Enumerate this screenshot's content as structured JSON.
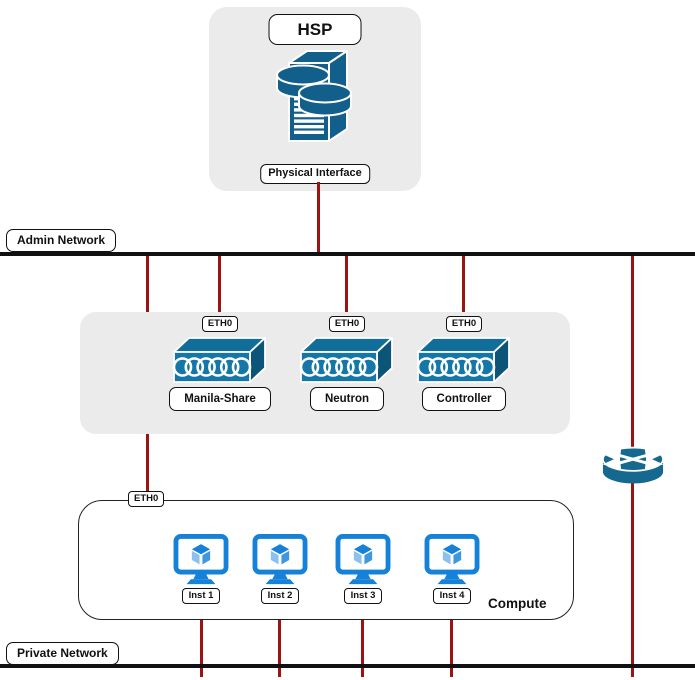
{
  "labels": {
    "hsp": "HSP",
    "physical_interface": "Physical Interface",
    "admin_network": "Admin Network",
    "private_network": "Private Network",
    "eth0": "ETH0",
    "compute": "Compute"
  },
  "switches": [
    {
      "eth": "ETH0",
      "name": "Manila-Share"
    },
    {
      "eth": "ETH0",
      "name": "Neutron"
    },
    {
      "eth": "ETH0",
      "name": "Controller"
    }
  ],
  "instances": [
    {
      "label": "Inst 1"
    },
    {
      "label": "Inst 2"
    },
    {
      "label": "Inst 3"
    },
    {
      "label": "Inst 4"
    }
  ],
  "icons": {
    "hsp": "storage-server-icon",
    "switch": "network-switch-icon",
    "router": "router-icon",
    "instance": "vm-monitor-icon"
  },
  "colors": {
    "connection_red": "#9b1414",
    "network_bus_black": "#111111",
    "device_blue": "#135f8c",
    "switch_front_blue": "#1477a8",
    "switch_top_blue": "#116d9a",
    "switch_side_blue": "#0d5479",
    "monitor_blue": "#1581d9",
    "panel_gray": "#ebebeb"
  }
}
